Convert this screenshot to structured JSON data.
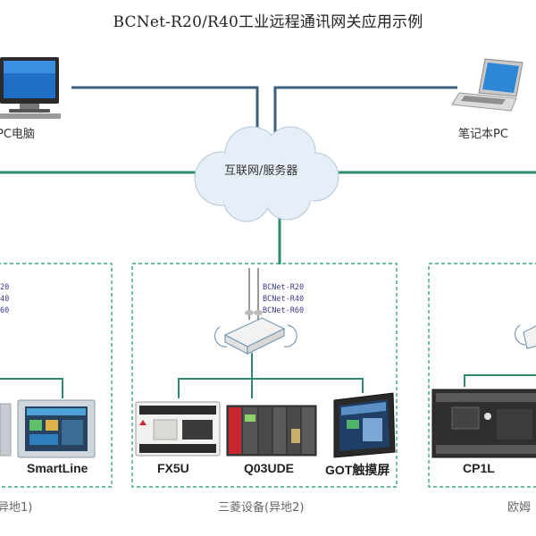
{
  "title": "BCNet-R20/R40工业远程通讯网关应用示例",
  "pc_label": "PC电脑",
  "laptop_label": "笔记本PC",
  "cloud_label": "互联网/服务器",
  "gateway_models": [
    "BCNet-R20",
    "BCNet-R40",
    "BCNet-R60"
  ],
  "left_models_partial": [
    "20",
    "40",
    "60"
  ],
  "devices": {
    "smartline": "SmartLine",
    "fx5u": "FX5U",
    "q03ude": "Q03UDE",
    "got": "GOT触摸屏",
    "cp1l": "CP1L"
  },
  "groups": {
    "left": "异地1)",
    "middle": "三菱设备(异地2)",
    "right": "欧姆"
  },
  "colors": {
    "link": "#3d5f7a",
    "green_link": "#2e8b6e",
    "dashed_box": "#3aa876"
  }
}
